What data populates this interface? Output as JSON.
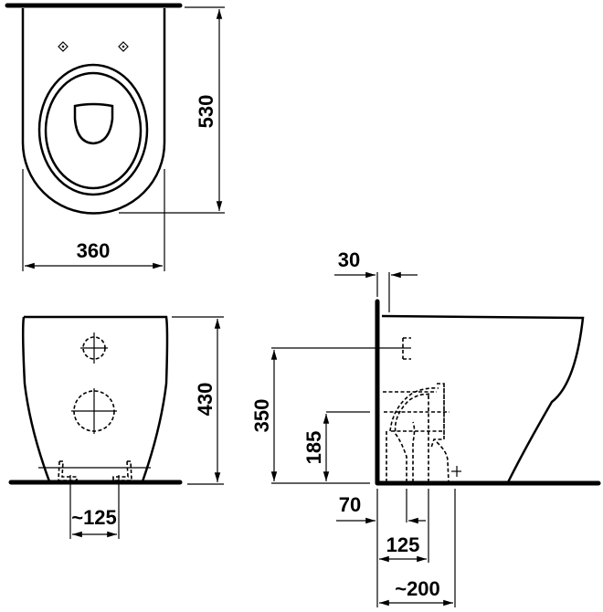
{
  "drawing": {
    "views": [
      "top-view",
      "front-view",
      "side-view"
    ],
    "dimensions": {
      "top_width": "360",
      "top_depth": "530",
      "front_height": "430",
      "front_fixing_spacing": "~125",
      "side_wall_gap": "30",
      "side_inlet_height": "350",
      "side_outlet_height": "185",
      "side_outlet_offset": "70",
      "side_outlet_spacing": "125",
      "side_outlet_max": "~200"
    },
    "line_color": "#000000",
    "background": "#ffffff"
  }
}
